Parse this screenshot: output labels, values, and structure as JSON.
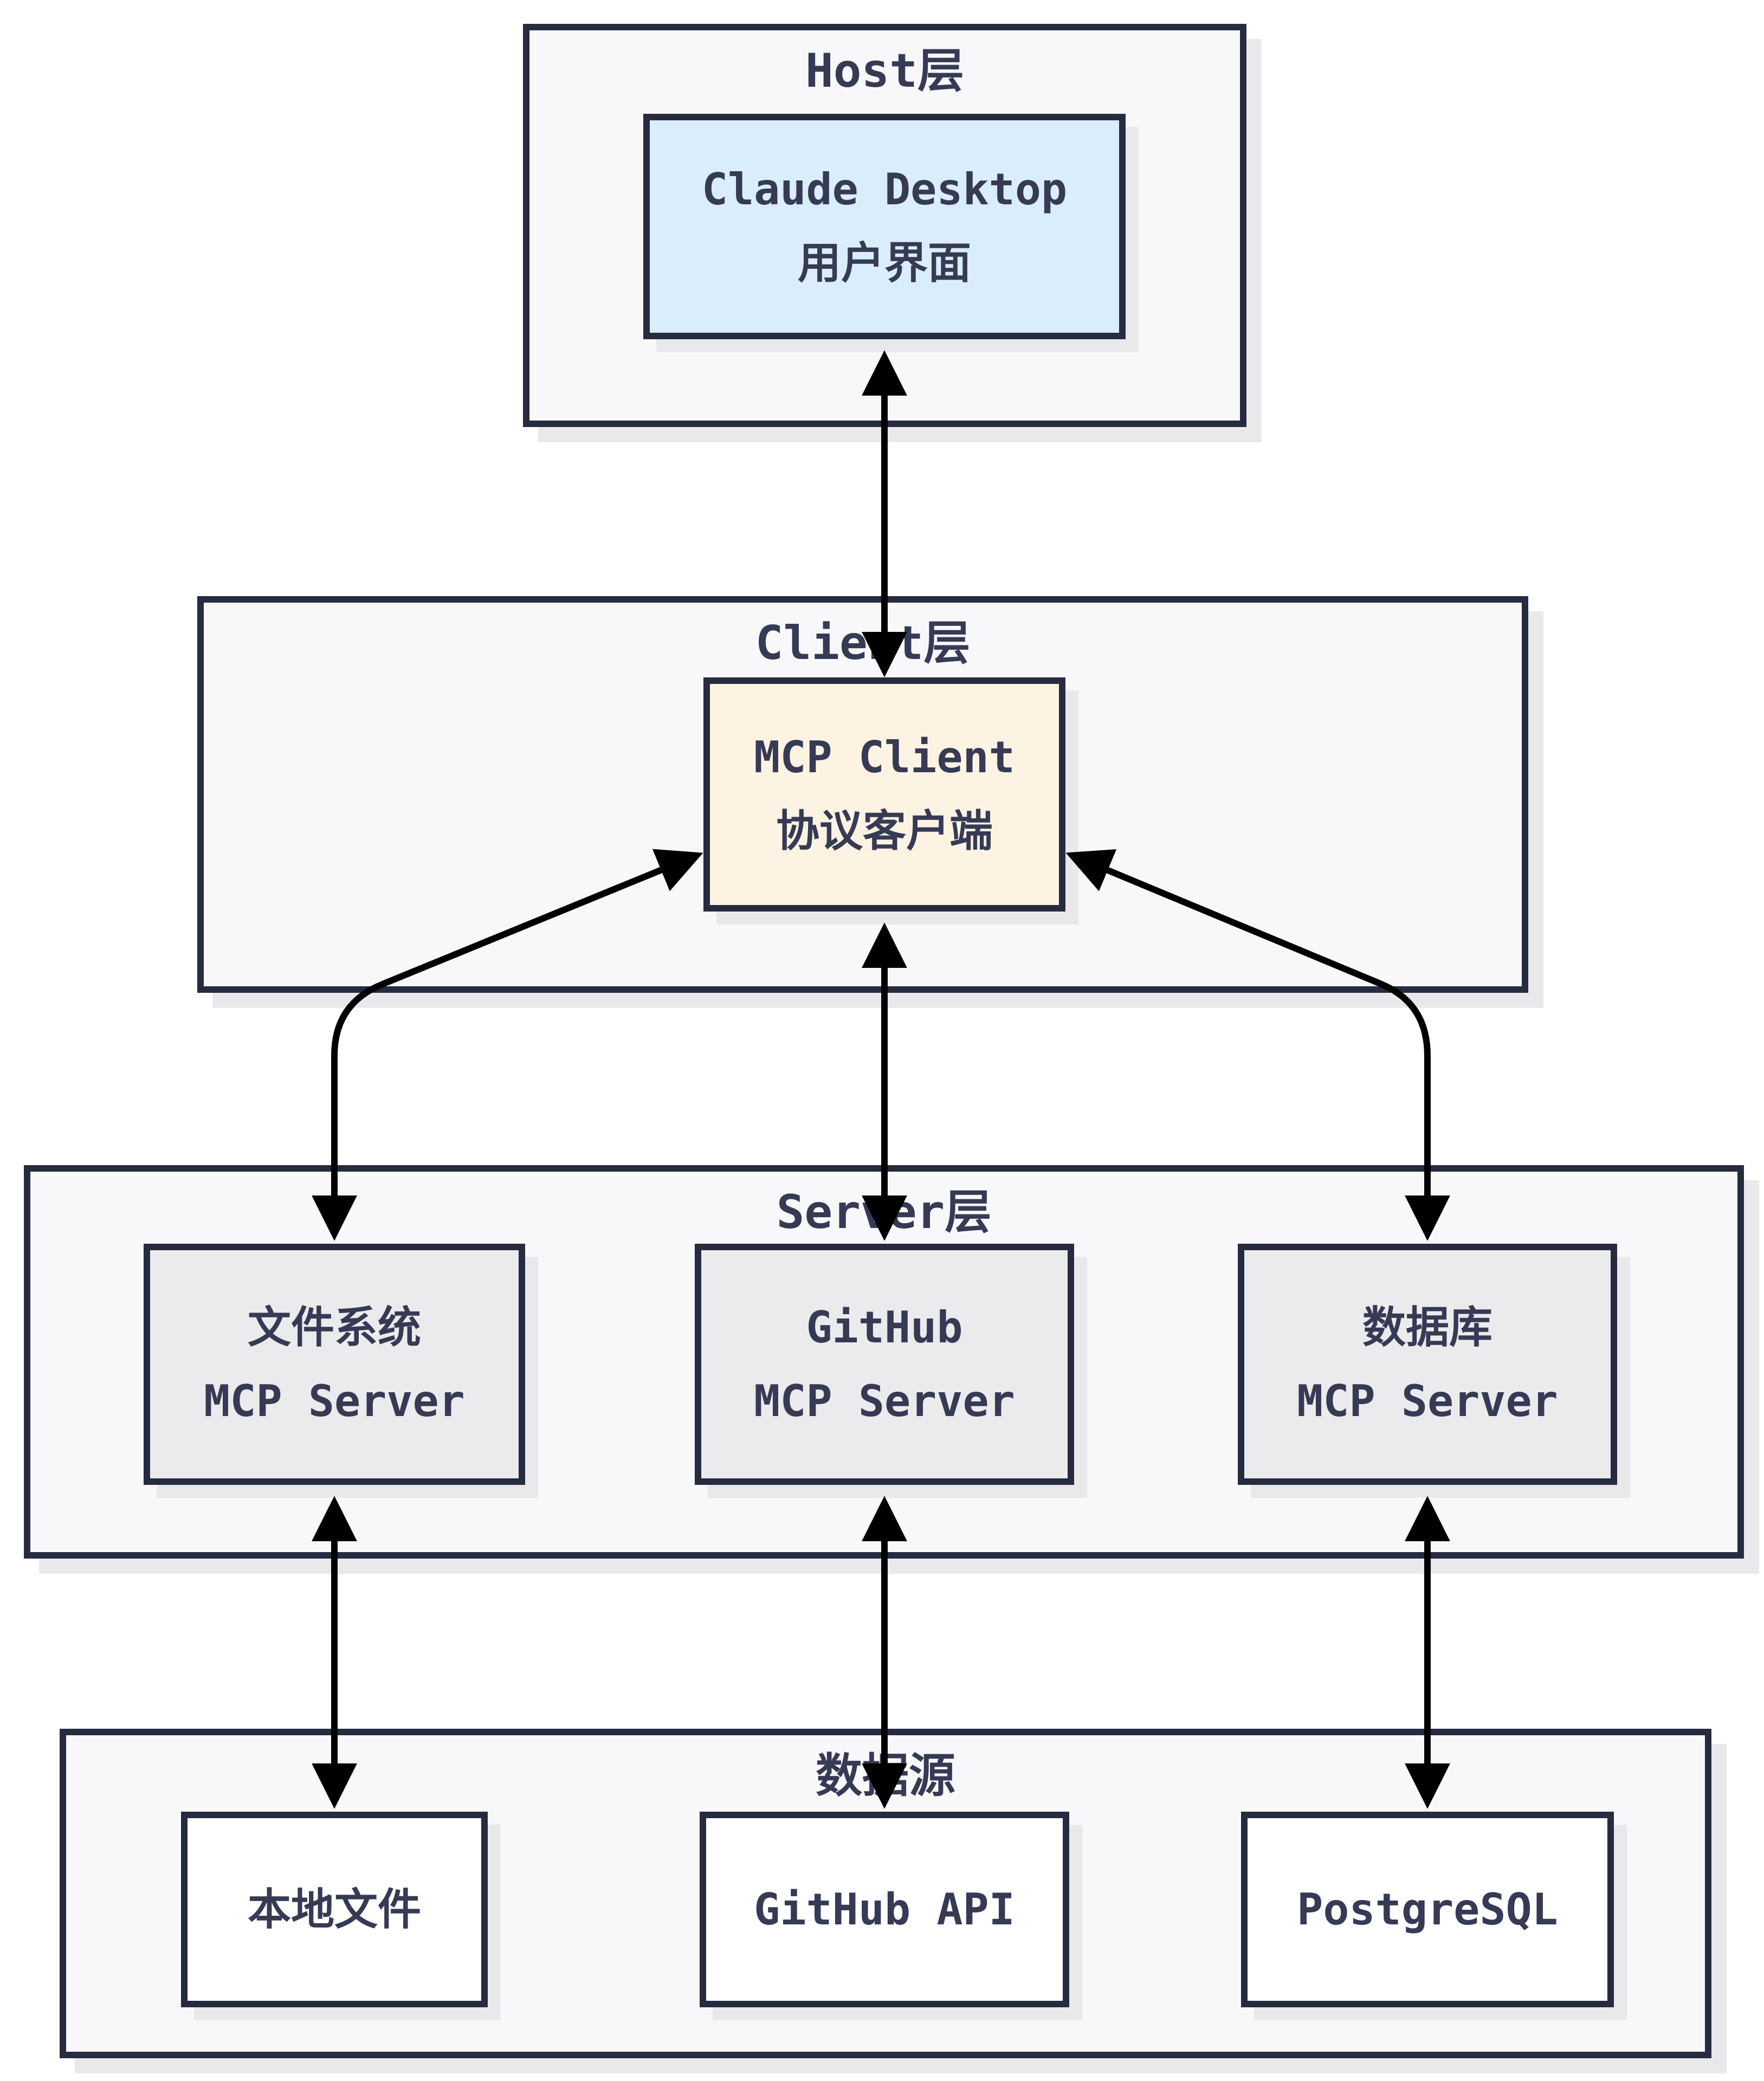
{
  "layers": {
    "host": {
      "title": "Host层"
    },
    "client": {
      "title": "Client层"
    },
    "server": {
      "title": "Server层"
    },
    "datasource": {
      "title": "数据源"
    }
  },
  "nodes": {
    "claude_desktop": {
      "line1": "Claude Desktop",
      "line2": "用户界面"
    },
    "mcp_client": {
      "line1": "MCP Client",
      "line2": "协议客户端"
    },
    "fs_server": {
      "line1": "文件系统",
      "line2": "MCP Server"
    },
    "github_server": {
      "line1": "GitHub",
      "line2": "MCP Server"
    },
    "db_server": {
      "line1": "数据库",
      "line2": "MCP Server"
    },
    "local_files": {
      "label": "本地文件"
    },
    "github_api": {
      "label": "GitHub API"
    },
    "postgresql": {
      "label": "PostgreSQL"
    }
  },
  "edges": [
    {
      "from": "claude_desktop",
      "to": "mcp_client",
      "bidirectional": true
    },
    {
      "from": "mcp_client",
      "to": "fs_server",
      "bidirectional": true
    },
    {
      "from": "mcp_client",
      "to": "github_server",
      "bidirectional": true
    },
    {
      "from": "mcp_client",
      "to": "db_server",
      "bidirectional": true
    },
    {
      "from": "fs_server",
      "to": "local_files",
      "bidirectional": true
    },
    {
      "from": "github_server",
      "to": "github_api",
      "bidirectional": true
    },
    {
      "from": "db_server",
      "to": "postgresql",
      "bidirectional": true
    }
  ],
  "colors": {
    "border": "#272b40",
    "text": "#363a54",
    "layer_fill": "#f8f8fa",
    "host_node_fill": "#d9edfb",
    "client_node_fill": "#fdf3e2",
    "server_node_fill": "#ebebed",
    "datasource_node_fill": "#ffffff",
    "arrow": "#000000",
    "shadow": "#e9e9ec"
  }
}
